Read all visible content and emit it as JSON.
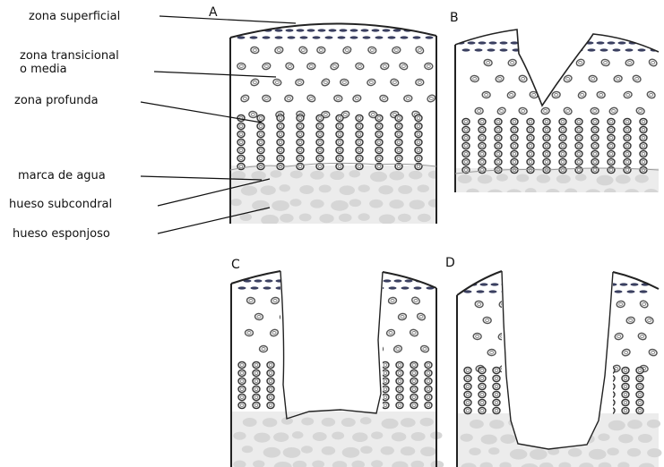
{
  "labels": {
    "superficial": "zona superficial",
    "transicional_1": "zona transicional",
    "transicional_2": "o media",
    "profunda": "zona profunda",
    "marca_agua": "marca de agua",
    "hueso_subcondral": "hueso subcondral",
    "hueso_esponjoso": "hueso esponjoso"
  },
  "panels": {
    "a": "A",
    "b": "B",
    "c": "C",
    "d": "D"
  }
}
